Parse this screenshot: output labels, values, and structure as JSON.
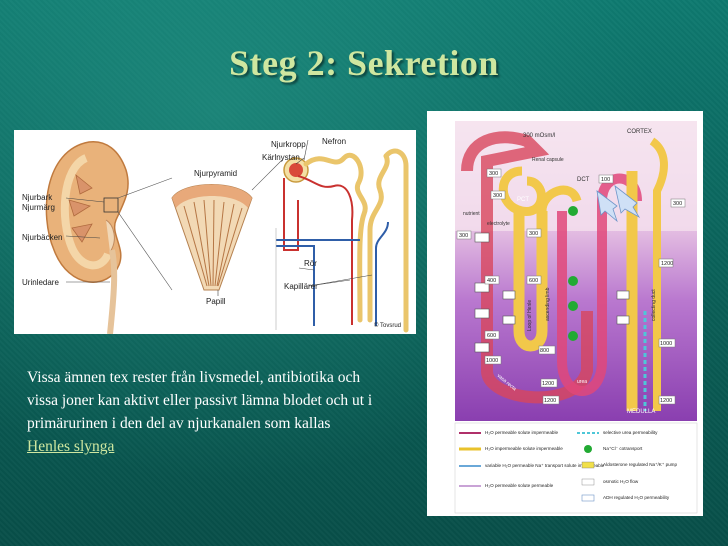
{
  "slide": {
    "title": "Steg 2: Sekretion",
    "body_text": "Vissa ämnen tex rester från livsmedel, antibiotika och vissa joner kan aktivt eller passivt lämna blodet och ut i primärurinen i den del av njurkanalen som kallas ",
    "link_text": "Henles slynga"
  },
  "left_figure": {
    "labels": {
      "njurkropp": "Njurkropp",
      "nefron": "Nefron",
      "karlnystan": "Kärlnystan",
      "njurpyramid": "Njurpyramid",
      "njurbark": "Njurbark",
      "njurmarg": "Njurmärg",
      "njurbacken": "Njurbäcken",
      "urinledare": "Urinledare",
      "papill": "Papill",
      "ror": "Rör",
      "kapillarer": "Kapillärer",
      "credit": "© Tovsrud"
    }
  },
  "right_figure": {
    "labels": {
      "osm_300": "300 mOsm/l",
      "cortex": "CORTEX",
      "renal_capsule": "Renal capsule",
      "pct": "PCT",
      "dct": "DCT",
      "nutrient": "nutrient",
      "electrolyte": "electrolyte",
      "medulla": "MEDULLA",
      "loop_descending": "Loop of Henle",
      "loop_ascending": "ascending limb",
      "collecting_duct": "collecting duct",
      "vasa_recta": "vasa recta",
      "urea": "urea"
    },
    "values": [
      "300",
      "300",
      "300",
      "100",
      "300",
      "400",
      "600",
      "600",
      "800",
      "1000",
      "1200",
      "1200",
      "1200",
      "1000",
      "1200",
      "300"
    ],
    "legend": [
      {
        "text": "H₂O permeable solute impermeable",
        "color": "#b0306a"
      },
      {
        "text": "H₂O impermeable solute impermeable",
        "color": "#e9c22b"
      },
      {
        "text": "variable H₂O permeable Na⁺ transport solute impermeable",
        "color": "#6aa8d8"
      },
      {
        "text": "H₂O permeable solute permeable",
        "color": "#c9a3d6"
      },
      {
        "text": "selective urea permeability",
        "color": "#4ec7d8"
      },
      {
        "text": "Na⁺Cl⁻ cotransport",
        "color": "#22aa33"
      },
      {
        "text": "Aldosterone regulated Na⁺/K⁺ pump",
        "color": "#f1e04a"
      },
      {
        "text": "osmotic H₂O flow",
        "color": "#ffffff"
      },
      {
        "text": "ADH regulated H₂O permeability",
        "color": "#ffffff"
      }
    ]
  }
}
